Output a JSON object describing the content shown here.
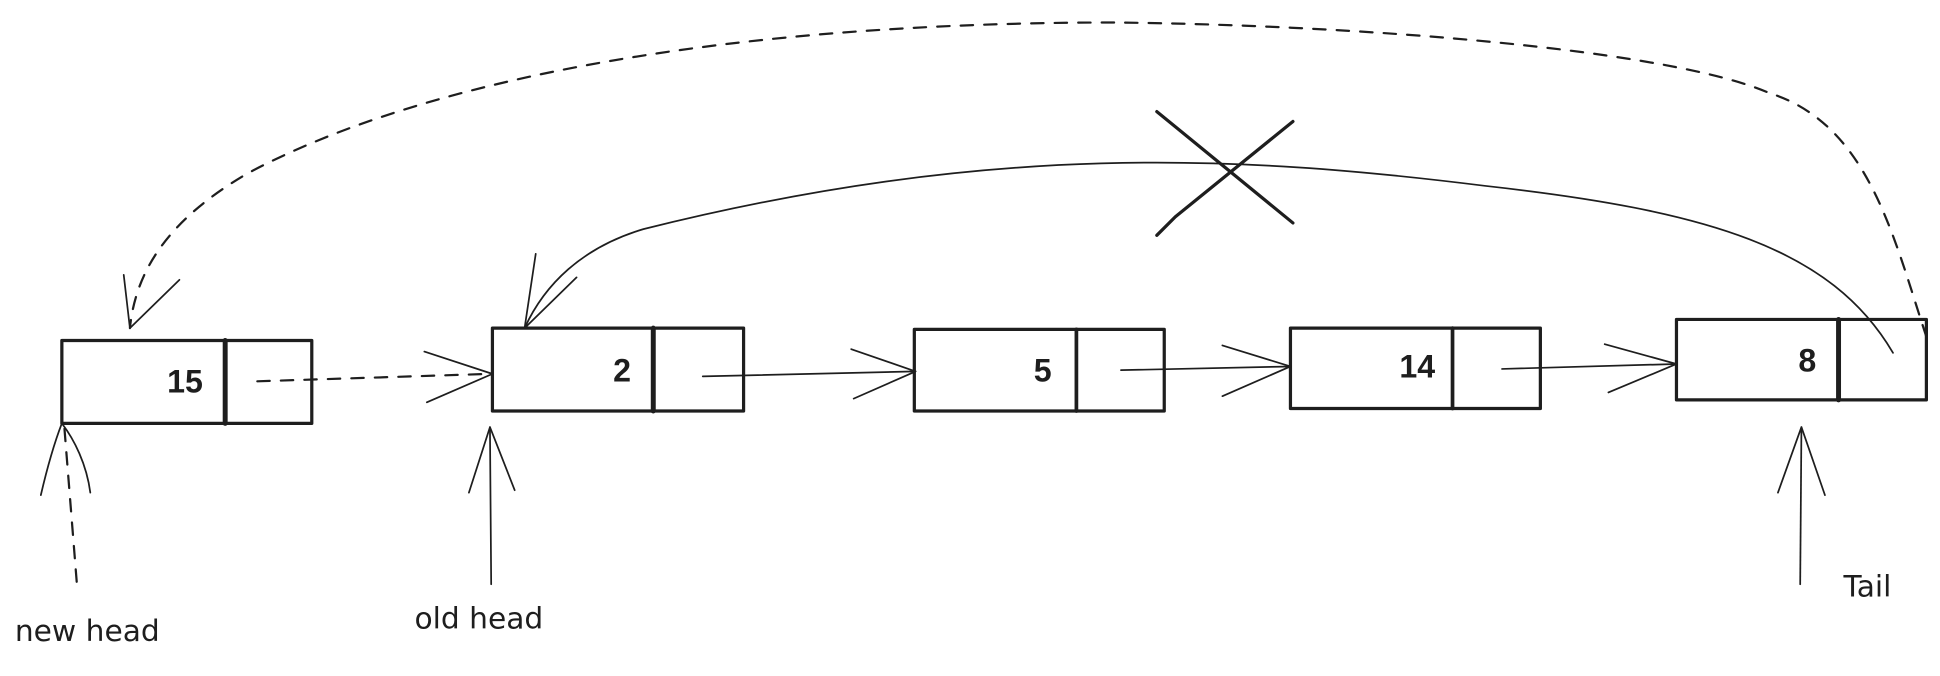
{
  "diagram": {
    "title": "Linked list: insert new head and update tail pointer",
    "nodes": [
      {
        "value": "15"
      },
      {
        "value": "2"
      },
      {
        "value": "5"
      },
      {
        "value": "14"
      },
      {
        "value": "8"
      }
    ],
    "labels": {
      "new_head": "new head",
      "old_head": "old head",
      "tail": "Tail"
    },
    "colors": {
      "ink": "#1e1e1e",
      "background": "#ffffff"
    }
  }
}
